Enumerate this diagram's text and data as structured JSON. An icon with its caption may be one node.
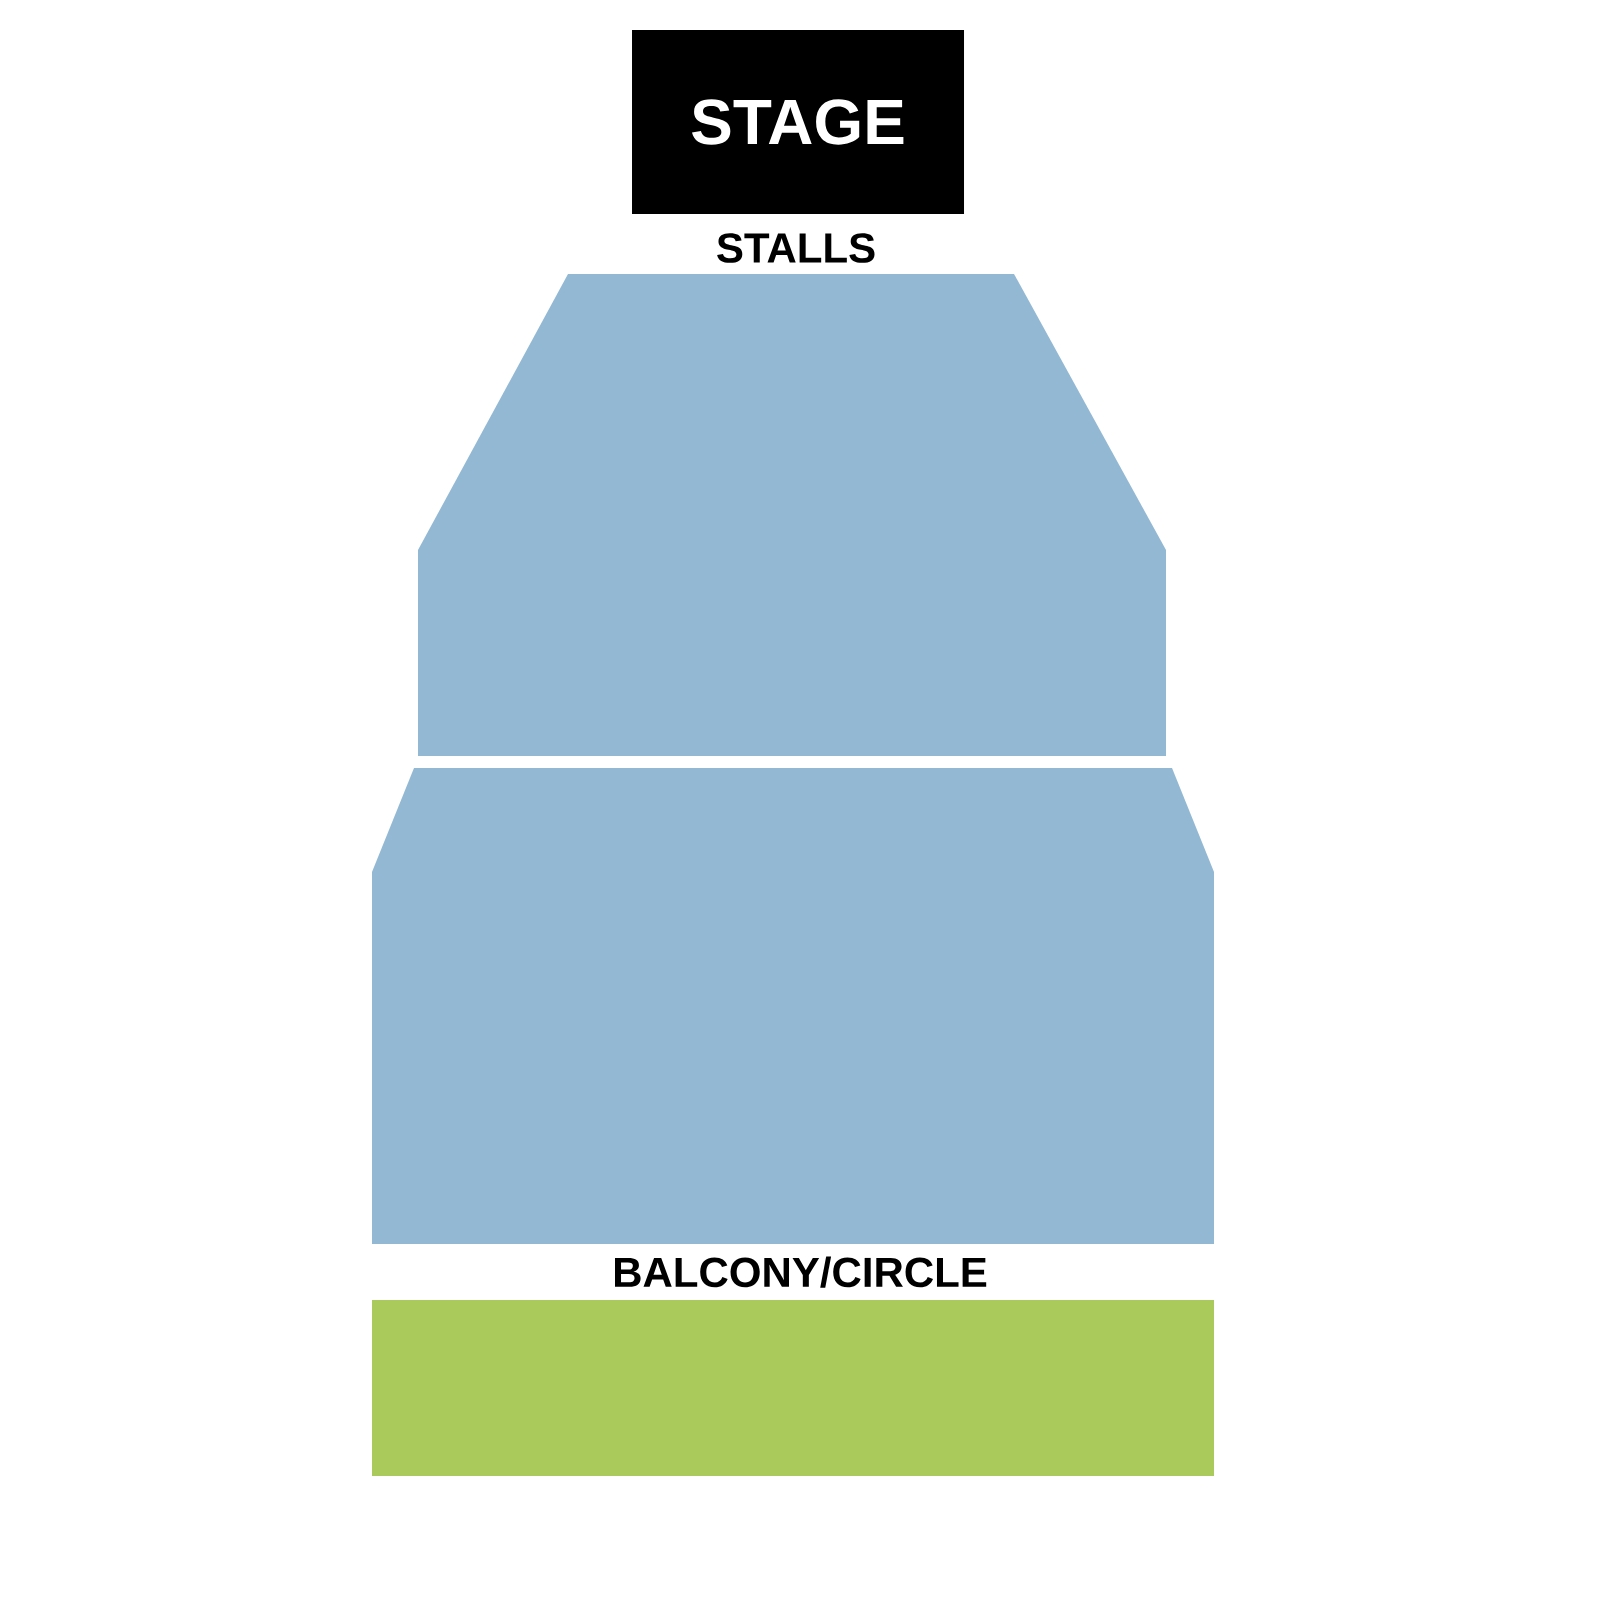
{
  "diagram": {
    "nodes": [
      {
        "text": [
          "STAGE"
        ]
      },
      {
        "text": [
          "STALLS"
        ]
      },
      {
        "text": [],
        "shape": "polygon"
      },
      {
        "text": [
          "BALCONY/CIRCLE"
        ]
      }
    ]
  }
}
